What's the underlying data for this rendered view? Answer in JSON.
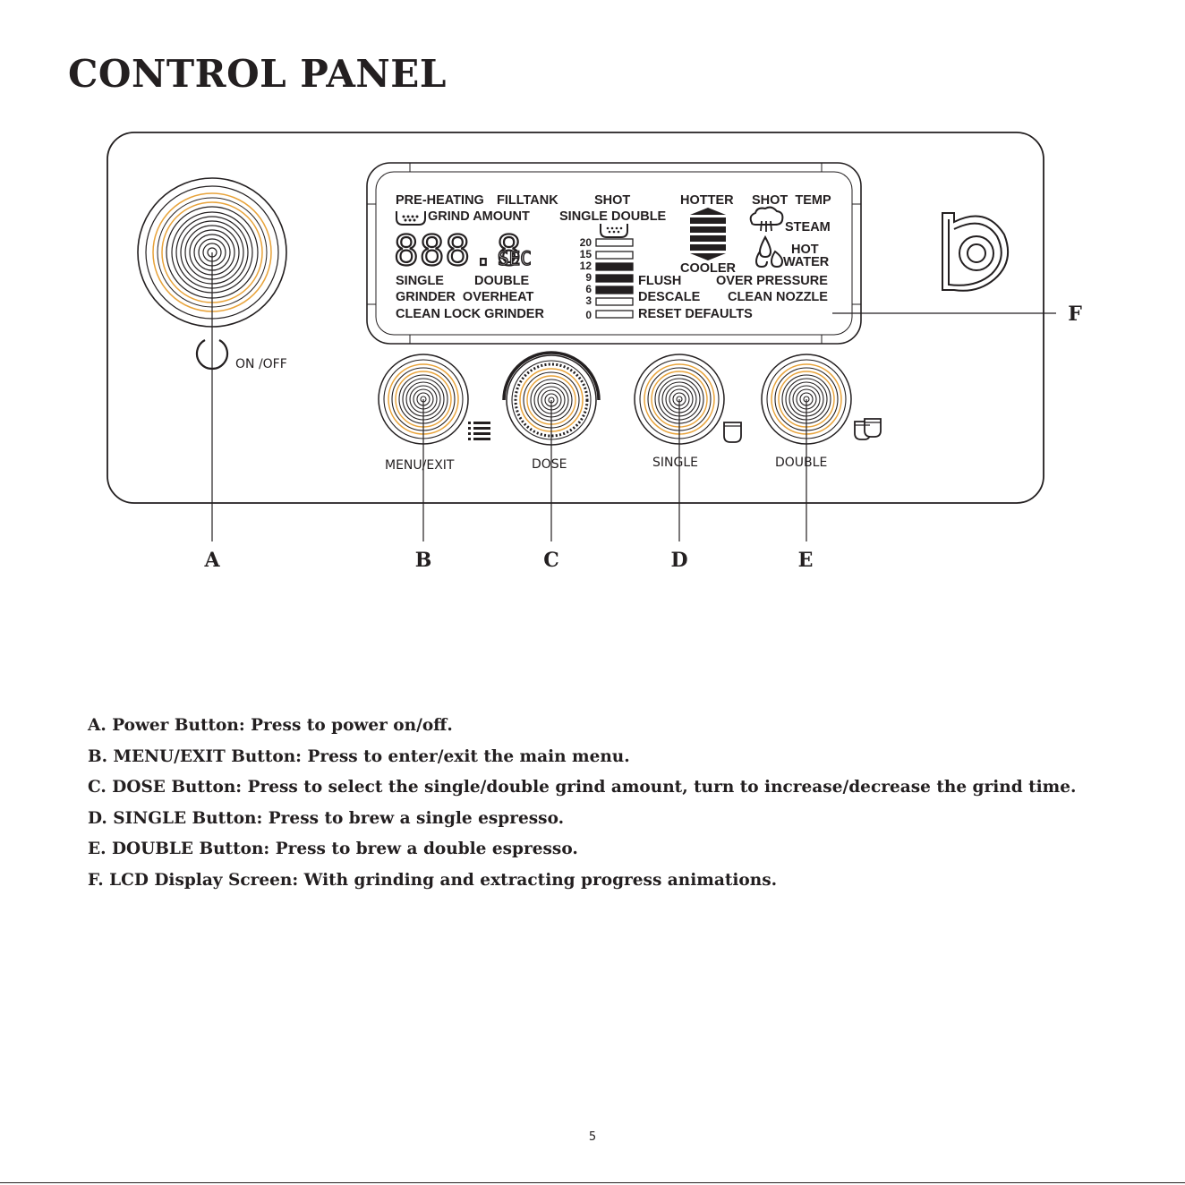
{
  "page": {
    "title": "CONTROL PANEL",
    "page_number": "5"
  },
  "lcd": {
    "row1": {
      "preheating": "PRE-HEATING",
      "filltank": "FILLTANK",
      "shot": "SHOT",
      "hotter": "HOTTER",
      "shot_temp": "SHOT  TEMP"
    },
    "row2": {
      "grind_amount": "GRIND AMOUNT",
      "single_double": "SINGLE DOUBLE",
      "steam": "STEAM"
    },
    "digits": "888.8",
    "sec": "SEC",
    "scale": [
      "20",
      "15",
      "12",
      "9",
      "6",
      "3",
      "0"
    ],
    "cooler": "COOLER",
    "hot_water": [
      "HOT",
      "WATER"
    ],
    "left_lines": {
      "single": "SINGLE",
      "double": "DOUBLE",
      "grinder_overheat": "GRINDER  OVERHEAT",
      "clean_lock_grinder": "CLEAN LOCK GRINDER"
    },
    "right_lines": {
      "flush": "FLUSH",
      "over_pressure": "OVER PRESSURE",
      "descale": "DESCALE",
      "clean_nozzle": "CLEAN NOZZLE",
      "reset_defaults": "RESET DEFAULTS"
    }
  },
  "buttons": {
    "on_off": "ON /OFF",
    "menu_exit": "MENU/EXIT",
    "dose": "DOSE",
    "single": "SINGLE",
    "double": "DOUBLE"
  },
  "callouts": {
    "a": "A",
    "b": "B",
    "c": "C",
    "d": "D",
    "e": "E",
    "f": "F"
  },
  "descriptions": [
    "A. Power Button: Press to power on/off.",
    "B. MENU/EXIT Button: Press to enter/exit the main menu.",
    "C. DOSE Button: Press to select the single/double grind amount, turn to increase/decrease the grind time.",
    "D. SINGLE Button: Press to brew a single espresso.",
    "E. DOUBLE Button: Press to brew a double espresso.",
    "F. LCD Display Screen: With grinding and extracting progress animations."
  ],
  "colors": {
    "ink": "#231f20",
    "ring_accent": "#e8a33a"
  },
  "icons": [
    "power-icon",
    "menu-list-icon",
    "single-cup-icon",
    "double-cup-icon",
    "brand-logo-icon",
    "grinder-icon",
    "portafilter-icon",
    "steam-icon",
    "water-drops-icon"
  ]
}
